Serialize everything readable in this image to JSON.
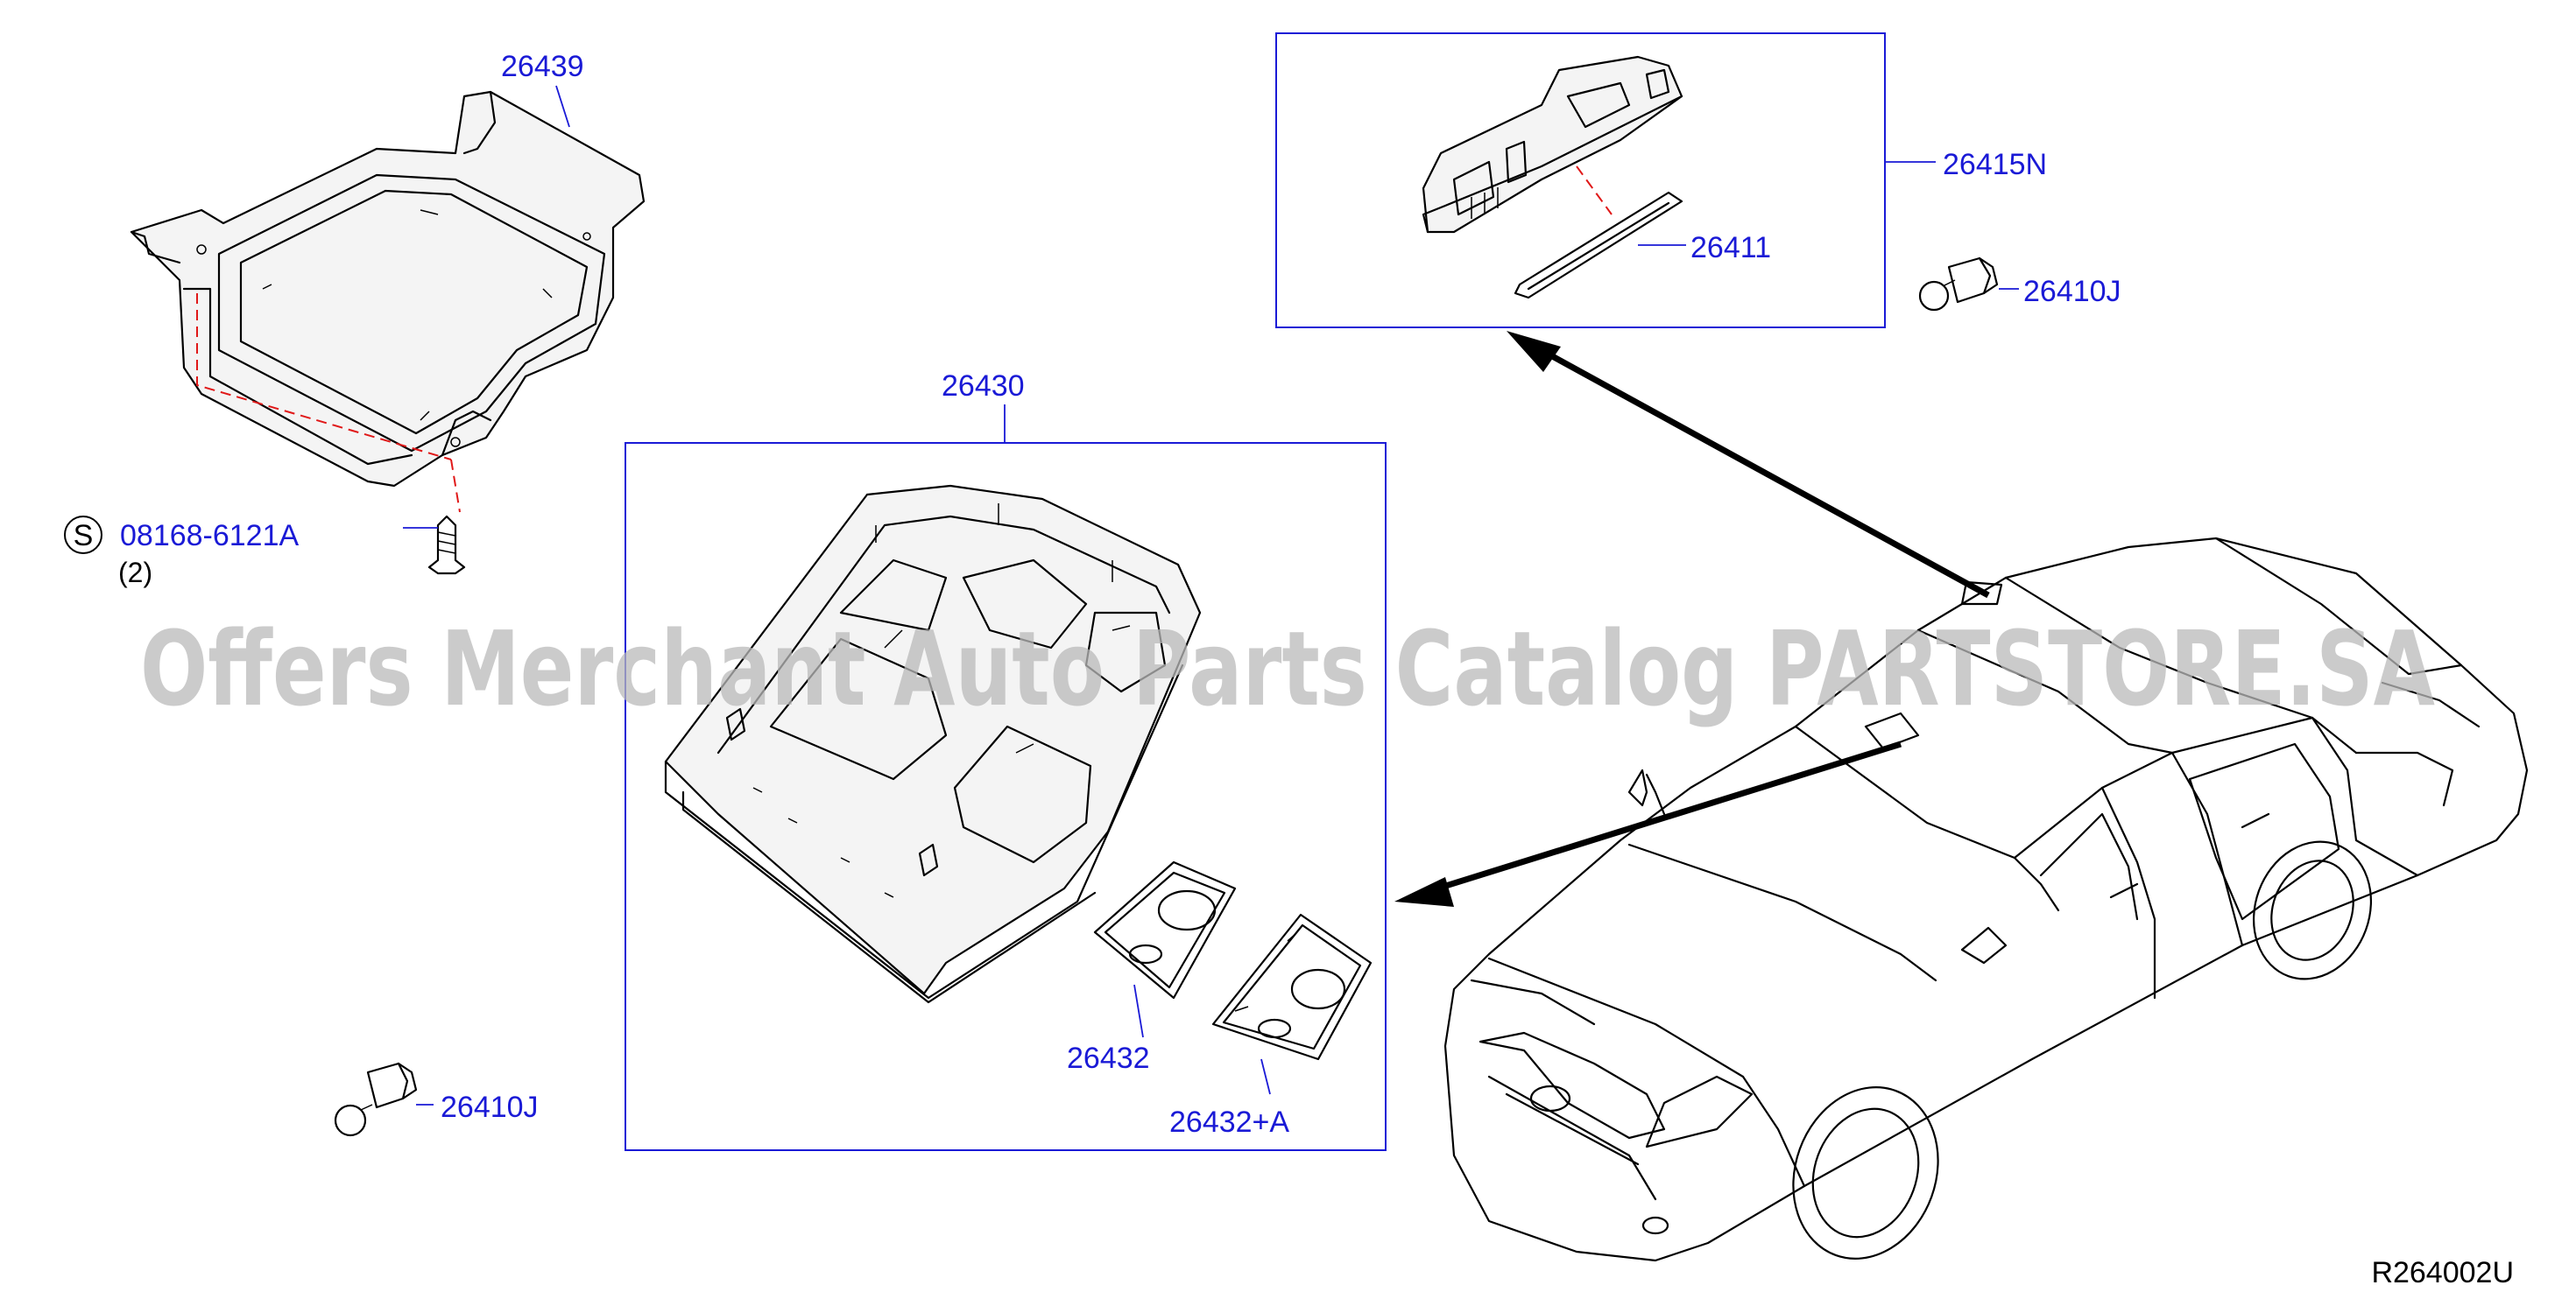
{
  "labels": {
    "p26439": "26439",
    "p26415N": "26415N",
    "p26411": "26411",
    "p26410J_right": "26410J",
    "p26430": "26430",
    "p26410J_left": "26410J",
    "p26432": "26432",
    "p26432A": "26432+A",
    "screw": "08168-6121A",
    "screw_symbol": "S",
    "screw_qty": "(2)"
  },
  "watermark": "Offers Merchant Auto Parts Catalog PARTSTORE.SA",
  "diagram_ref": "R264002U",
  "colors": {
    "callout": "#1a1ad6",
    "linework": "#000000",
    "hidden_line": "#e01818",
    "watermark": "#b9b9b9"
  }
}
